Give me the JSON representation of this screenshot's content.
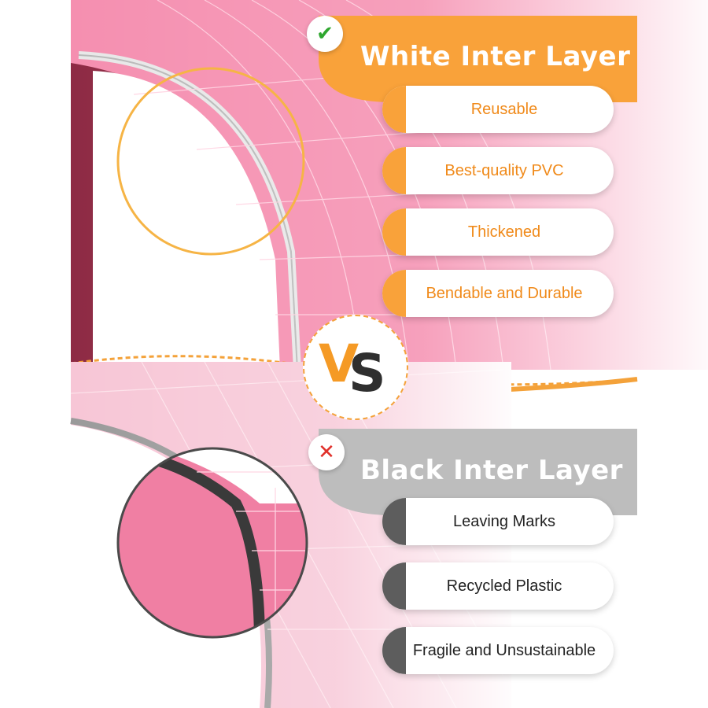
{
  "good": {
    "title": "White Inter Layer",
    "mark": "✔",
    "accent": "#f9a23a",
    "features": [
      "Reusable",
      "Best-quality PVC",
      "Thickened",
      "Bendable and Durable"
    ]
  },
  "versus": {
    "v": "V",
    "s": "S"
  },
  "bad": {
    "title": "Black Inter Layer",
    "mark": "✕",
    "accent": "#bdbdbd",
    "features": [
      "Leaving Marks",
      "Recycled Plastic",
      "Fragile and Unsustainable"
    ]
  }
}
